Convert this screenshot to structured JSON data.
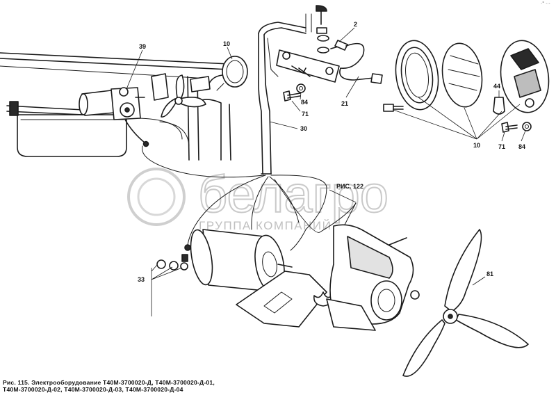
{
  "figure": {
    "caption_line1": "Рис. 115. Электрооборудование Т40М-3700020-Д, Т40М-3700020-Д-01,",
    "caption_line2": "Т40М-3700020-Д-02, Т40М-3700020-Д-03, Т40М-3700020-Д-04",
    "cross_reference": "РИС. 122",
    "corner_mark": "·° ···"
  },
  "watermark": {
    "brand": "белагро",
    "tagline": "ГРУППА КОМПАНИЙ"
  },
  "callouts": {
    "c39": "39",
    "c10_lamp": "10",
    "c2": "2",
    "c21": "21",
    "c84_left": "84",
    "c71_left": "71",
    "c30": "30",
    "c44": "44",
    "c10_bottom": "10",
    "c71_right": "71",
    "c84_right": "84",
    "c33": "33",
    "c81": "81"
  }
}
